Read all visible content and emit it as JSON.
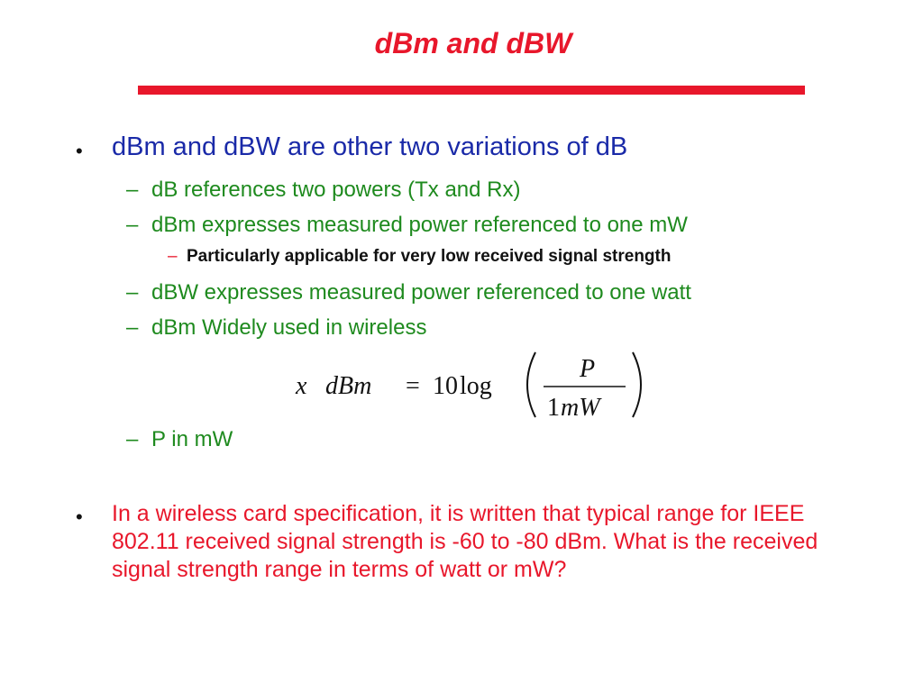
{
  "slide": {
    "title": "dBm and dBW",
    "bullets": {
      "main": "dBm and dBW are other two variations of dB",
      "sub1": "dB references two powers (Tx and Rx)",
      "sub2": "dBm expresses measured power referenced to one mW",
      "subsub": "Particularly applicable for very low received signal strength",
      "sub3": "dBW expresses measured power referenced to one watt",
      "sub4": "dBm Widely used in wireless",
      "sub5": "P in mW",
      "question": "In a wireless card specification, it is written that typical range for IEEE 802.11 received signal strength is -60 to -80 dBm. What is the received signal strength range in terms of watt or mW?"
    },
    "formula": {
      "lhs_var": "x",
      "lhs_unit": "dBm",
      "equals": "=",
      "coefficient": "10",
      "func": "log",
      "numerator": "P",
      "denominator_num": "1",
      "denominator_unit": "mW"
    },
    "symbols": {
      "bullet": "•",
      "dash": "–"
    },
    "colors": {
      "title": "#e8172b",
      "level1": "#1a2aa8",
      "level2": "#1e8a1e",
      "question": "#e8172b"
    }
  }
}
